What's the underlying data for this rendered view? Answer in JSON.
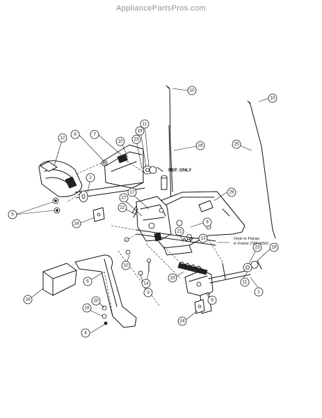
{
  "watermark": "AppliancePartsPros.com",
  "annotations": {
    "ref_only": "REF. ONLY",
    "hook_note_line1": "Hook to Flange",
    "hook_note_line2": "in Frame (783-0650)"
  },
  "callouts": [
    "10",
    "10",
    "11",
    "19",
    "23",
    "10",
    "8",
    "7",
    "12",
    "28",
    "25",
    "2",
    "29",
    "5",
    "17",
    "27",
    "24",
    "22",
    "9",
    "13",
    "21",
    "23",
    "19",
    "10",
    "6",
    "3",
    "14",
    "15",
    "11",
    "1",
    "9",
    "16",
    "20",
    "18",
    "4",
    "24"
  ]
}
